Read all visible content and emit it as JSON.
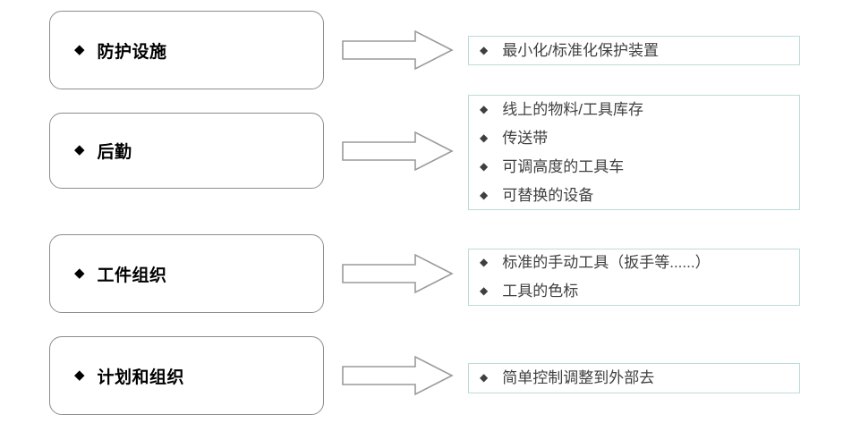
{
  "colors": {
    "category_border": "#8d8d8d",
    "category_text": "#000000",
    "detail_border": "#bcdcd9",
    "detail_text": "#404040",
    "detail_bullet": "#3f3f3f",
    "arrow_stroke": "#9a9a9a",
    "background": "#ffffff"
  },
  "icons": {
    "category_bullet": "◆",
    "detail_bullet": "◆",
    "arrow": "block-arrow-right"
  },
  "rows": [
    {
      "category": {
        "label": "防护设施",
        "bullet": "◆"
      },
      "arrow_label": "arrow-right",
      "details": [
        "最小化/标准化保护装置"
      ]
    },
    {
      "category": {
        "label": "后勤",
        "bullet": "◆"
      },
      "arrow_label": "arrow-right",
      "details": [
        "线上的物料/工具库存",
        "传送带",
        "可调高度的工具车",
        "可替换的设备"
      ]
    },
    {
      "category": {
        "label": "工件组织",
        "bullet": "◆"
      },
      "arrow_label": "arrow-right",
      "details": [
        "标准的手动工具（扳手等......）",
        "工具的色标"
      ]
    },
    {
      "category": {
        "label": "计划和组织",
        "bullet": "◆"
      },
      "arrow_label": "arrow-right",
      "details": [
        "简单控制调整到外部去"
      ]
    }
  ]
}
